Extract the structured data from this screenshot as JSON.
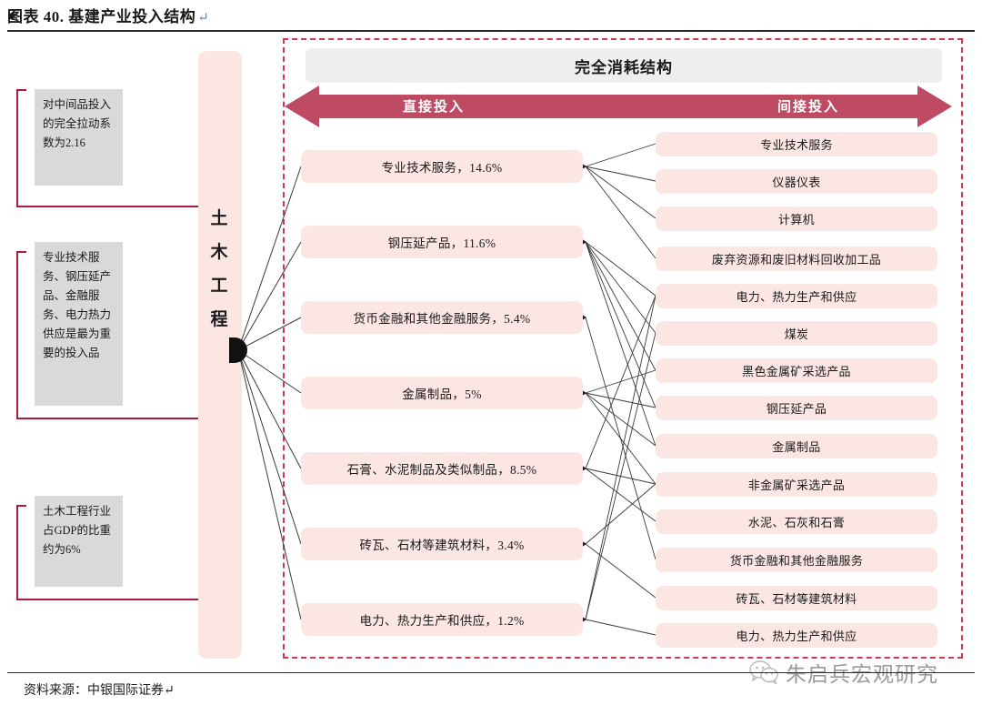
{
  "figure": {
    "title": "图表 40. 基建产业投入结构",
    "pilcrow": "↵",
    "source": "资料来源：中银国际证券↵"
  },
  "annotations": [
    {
      "text": "对中间品投入的完全拉动系数为2.16"
    },
    {
      "text": "专业技术服务、钢压延产品、金融服务、电力热力供应是最为重要的投入品"
    },
    {
      "text": "土木工程行业占GDP的比重约为6%"
    }
  ],
  "trunk": {
    "label": "土木工程",
    "chars": [
      "土",
      "木",
      "工",
      "程"
    ]
  },
  "header": {
    "band_label": "完全消耗结构",
    "arrow_left_label": "直接投入",
    "arrow_right_label": "间接投入"
  },
  "direct_inputs": [
    {
      "label": "专业技术服务，14.6%",
      "name": "专业技术服务",
      "value": "14.6%"
    },
    {
      "label": "钢压延产品，11.6%",
      "name": "钢压延产品",
      "value": "11.6%"
    },
    {
      "label": "货币金融和其他金融服务，5.4%",
      "name": "货币金融和其他金融服务",
      "value": "5.4%"
    },
    {
      "label": "金属制品，5%",
      "name": "金属制品",
      "value": "5%"
    },
    {
      "label": "石膏、水泥制品及类似制品，8.5%",
      "name": "石膏、水泥制品及类似制品",
      "value": "8.5%"
    },
    {
      "label": "砖瓦、石材等建筑材料，3.4%",
      "name": "砖瓦、石材等建筑材料",
      "value": "3.4%"
    },
    {
      "label": "电力、热力生产和供应，1.2%",
      "name": "电力、热力生产和供应",
      "value": "1.2%"
    }
  ],
  "indirect_inputs": [
    {
      "label": "专业技术服务"
    },
    {
      "label": "仪器仪表"
    },
    {
      "label": "计算机"
    },
    {
      "label": "废弃资源和废旧材料回收加工品"
    },
    {
      "label": "电力、热力生产和供应"
    },
    {
      "label": "煤炭"
    },
    {
      "label": "黑色金属矿采选产品"
    },
    {
      "label": "钢压延产品"
    },
    {
      "label": "金属制品"
    },
    {
      "label": "非金属矿采选产品"
    },
    {
      "label": "水泥、石灰和石膏"
    },
    {
      "label": "货币金融和其他金融服务"
    },
    {
      "label": "砖瓦、石材等建筑材料"
    },
    {
      "label": "电力、热力生产和供应"
    }
  ],
  "watermark": {
    "text": "朱启兵宏观研究",
    "icon": "wechat-icon"
  },
  "colors": {
    "arrow": "#bf4a63",
    "node_fill": "#fbe6e4",
    "band_fill": "#eeeeee",
    "annotation_fill": "#d9d9d9",
    "accent_red": "#a81d38",
    "dashed_border": "#d0384f",
    "watermark_gray": "#9a9a9a"
  }
}
